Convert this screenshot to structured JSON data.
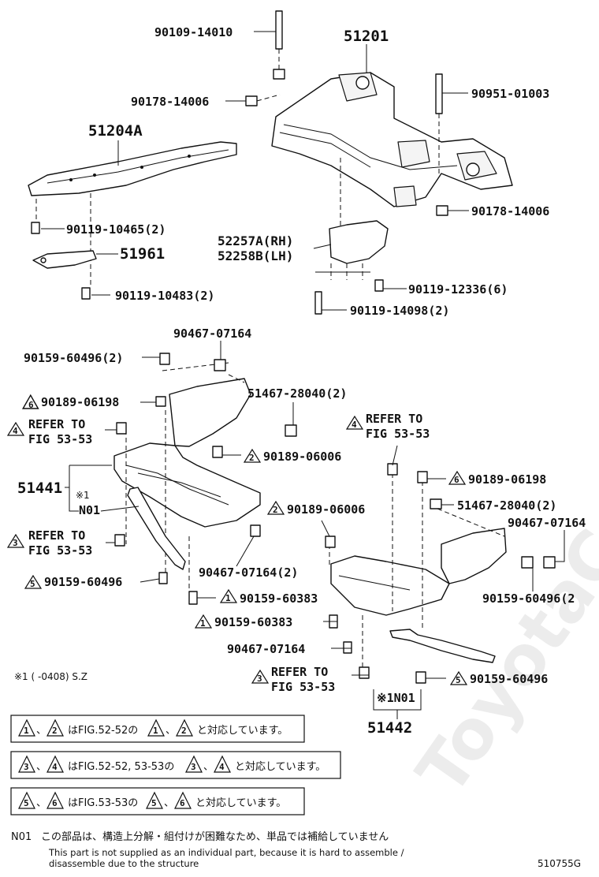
{
  "watermark": "ToyotaCarMine.ru",
  "figure_code": "510755G",
  "callouts": {
    "p90109_14010": "90109-14010",
    "p51201": "51201",
    "p90178_14006_a": "90178-14006",
    "p90951_01003": "90951-01003",
    "p51204A": "51204A",
    "p90178_14006_b": "90178-14006",
    "p90119_10465": "90119-10465(2)",
    "p52257A": "52257A(RH)",
    "p52258B": "52258B(LH)",
    "p51961": "51961",
    "p90119_12336": "90119-12336(6)",
    "p90119_10483": "90119-10483(2)",
    "p90119_14098": "90119-14098(2)",
    "p90467_07164_a": "90467-07164",
    "p90159_60496_a": "90159-60496(2)",
    "p90189_06198_a": "90189-06198",
    "p51467_28040_a": "51467-28040(2)",
    "refer_to_a": "REFER TO",
    "fig5353_a": "FIG 53-53",
    "refer_to_b": "REFER TO",
    "fig5353_b": "FIG 53-53",
    "p90189_06006_a": "90189-06006",
    "p51441": "51441",
    "star1_a": "※1",
    "n01_a": "N01",
    "p90189_06198_b": "90189-06198",
    "p51467_28040_b": "51467-28040(2)",
    "p90189_06006_b": "90189-06006",
    "p90467_07164_b": "90467-07164",
    "refer_to_c": "REFER TO",
    "fig5353_c": "FIG 53-53",
    "p90467_07164_c": "90467-07164(2)",
    "p90159_60496_b": "90159-60496",
    "p90159_60383_a": "90159-60383",
    "p90159_60496_c": "90159-60496(2",
    "p90159_60383_b": "90159-60383",
    "p90467_07164_d": "90467-07164",
    "refer_to_d": "REFER TO",
    "fig5353_d": "FIG 53-53",
    "p90159_60496_d": "90159-60496",
    "star1_n01_b": "※1N01",
    "p51442": "51442",
    "star_note": "※1 (    -0408) S.Z"
  },
  "marks": {
    "m1": "1",
    "m2": "2",
    "m3": "3",
    "m4": "4",
    "m5": "5",
    "m6": "6"
  },
  "notes": {
    "n12_a": "、",
    "n12_b": "はFIG.52-52の",
    "n12_c": "、",
    "n12_d": "と対応しています。",
    "n34_a": "、",
    "n34_b": "はFIG.52-52, 53-53の",
    "n34_c": "、",
    "n34_d": "と対応しています。",
    "n56_a": "、",
    "n56_b": "はFIG.53-53の",
    "n56_c": "、",
    "n56_d": "と対応しています。"
  },
  "footer": {
    "n01_label": "N01",
    "jp_text": "この部品は、構造上分解・組付けが困難なため、単品では補給していません",
    "en_line1": "This part is not supplied as an individual part, because it is hard to assemble /",
    "en_line2": "disassemble due to the structure"
  }
}
